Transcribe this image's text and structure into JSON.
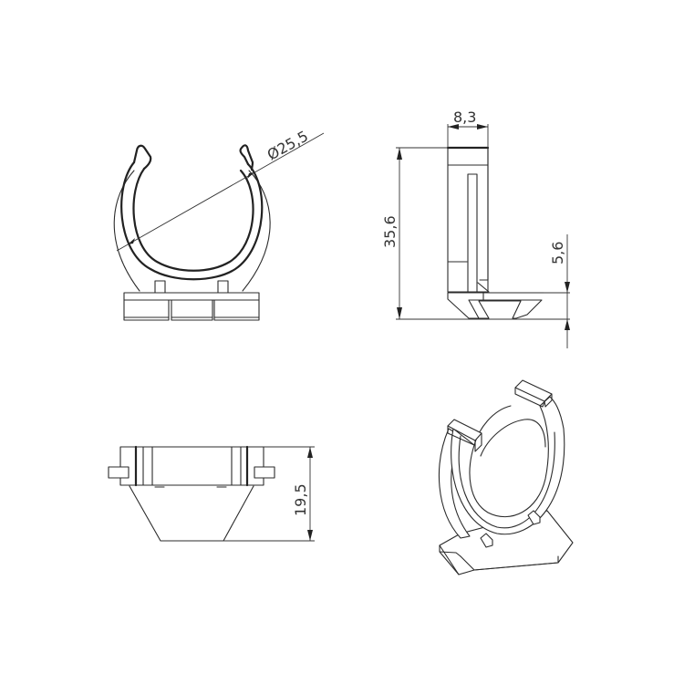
{
  "drawing": {
    "type": "technical-drawing",
    "subject": "pipe clip with base",
    "views": [
      {
        "id": "front",
        "label": "front-view"
      },
      {
        "id": "side",
        "label": "side-view"
      },
      {
        "id": "bottom",
        "label": "bottom-view"
      },
      {
        "id": "iso",
        "label": "isometric-view"
      }
    ],
    "line_color": "#2b2b2b",
    "background": "#ffffff"
  },
  "dimensions": {
    "diameter": "Ø25,5",
    "width": "8,3",
    "height": "35,6",
    "base_height": "5,6",
    "base_depth": "19,5"
  }
}
